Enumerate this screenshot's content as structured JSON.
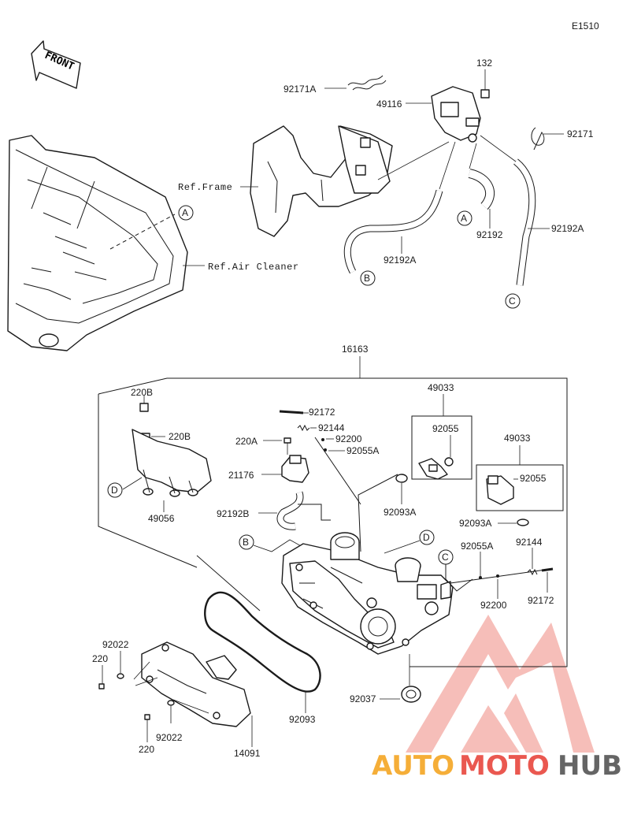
{
  "diagram_code": "E1510",
  "front_label": "FRONT",
  "refs": {
    "frame": "Ref.Frame",
    "air_cleaner": "Ref.Air Cleaner"
  },
  "callouts": {
    "a": "A",
    "b": "B",
    "c": "C",
    "d": "D"
  },
  "parts": {
    "p132": "132",
    "p92171A": "92171A",
    "p49116": "49116",
    "p92171": "92171",
    "p92192": "92192",
    "p92192A_left": "92192A",
    "p92192A_right": "92192A",
    "p16163": "16163",
    "p220B_a": "220B",
    "p220B_b": "220B",
    "p92172_top": "92172",
    "p92144_top": "92144",
    "p220A": "220A",
    "p92200_top": "92200",
    "p92055A_top": "92055A",
    "p49033_a": "49033",
    "p92055_a": "92055",
    "p49033_b": "49033",
    "p92055_b": "92055",
    "p21176": "21176",
    "p92093A_a": "92093A",
    "p92093A_b": "92093A",
    "p49056": "49056",
    "p92192B": "92192B",
    "p92055A_right": "92055A",
    "p92144_right": "92144",
    "p92200_right": "92200",
    "p92172_right": "92172",
    "p92022_a": "92022",
    "p220_a": "220",
    "p92037": "92037",
    "p92093": "92093",
    "p220_b": "220",
    "p92022_b": "92022",
    "p14091": "14091"
  },
  "watermark": {
    "auto": "AUTO",
    "moto": "MOTO",
    "hub": "HUB",
    "color_red": "#e8473e",
    "color_orange": "#f5a623",
    "color_dark": "#555555"
  }
}
